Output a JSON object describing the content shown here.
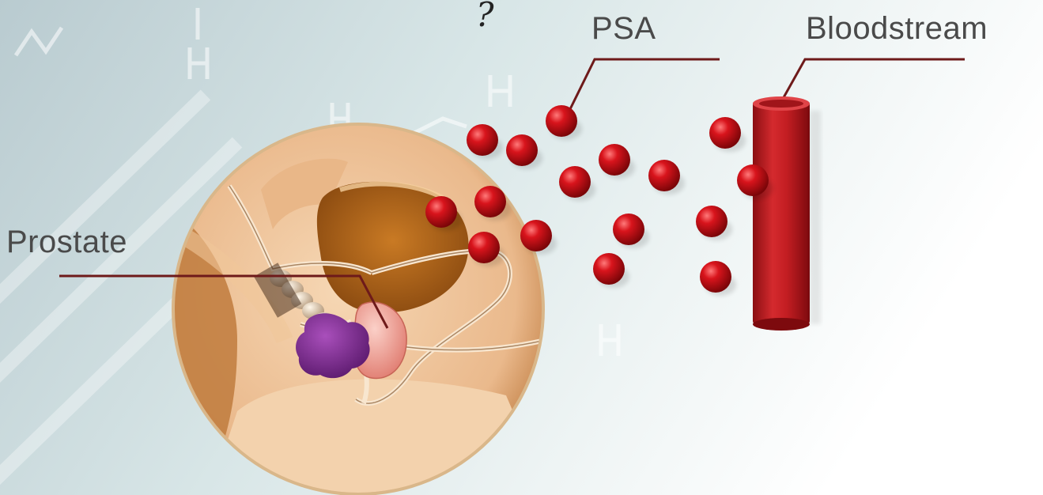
{
  "diagram": {
    "labels": {
      "psa": "PSA",
      "bloodstream": "Bloodstream",
      "prostate": "Prostate"
    },
    "mark": "?",
    "colors": {
      "psa_particle": "#c8111b",
      "bloodstream": "#b81a1f",
      "prostate_gland": "#f2a39a",
      "tumor": "#7b2d8e",
      "leader_line": "#6e1a1a",
      "anatomy_skin": "#f1c9a1",
      "bladder_interior": "#b56a1c"
    }
  }
}
